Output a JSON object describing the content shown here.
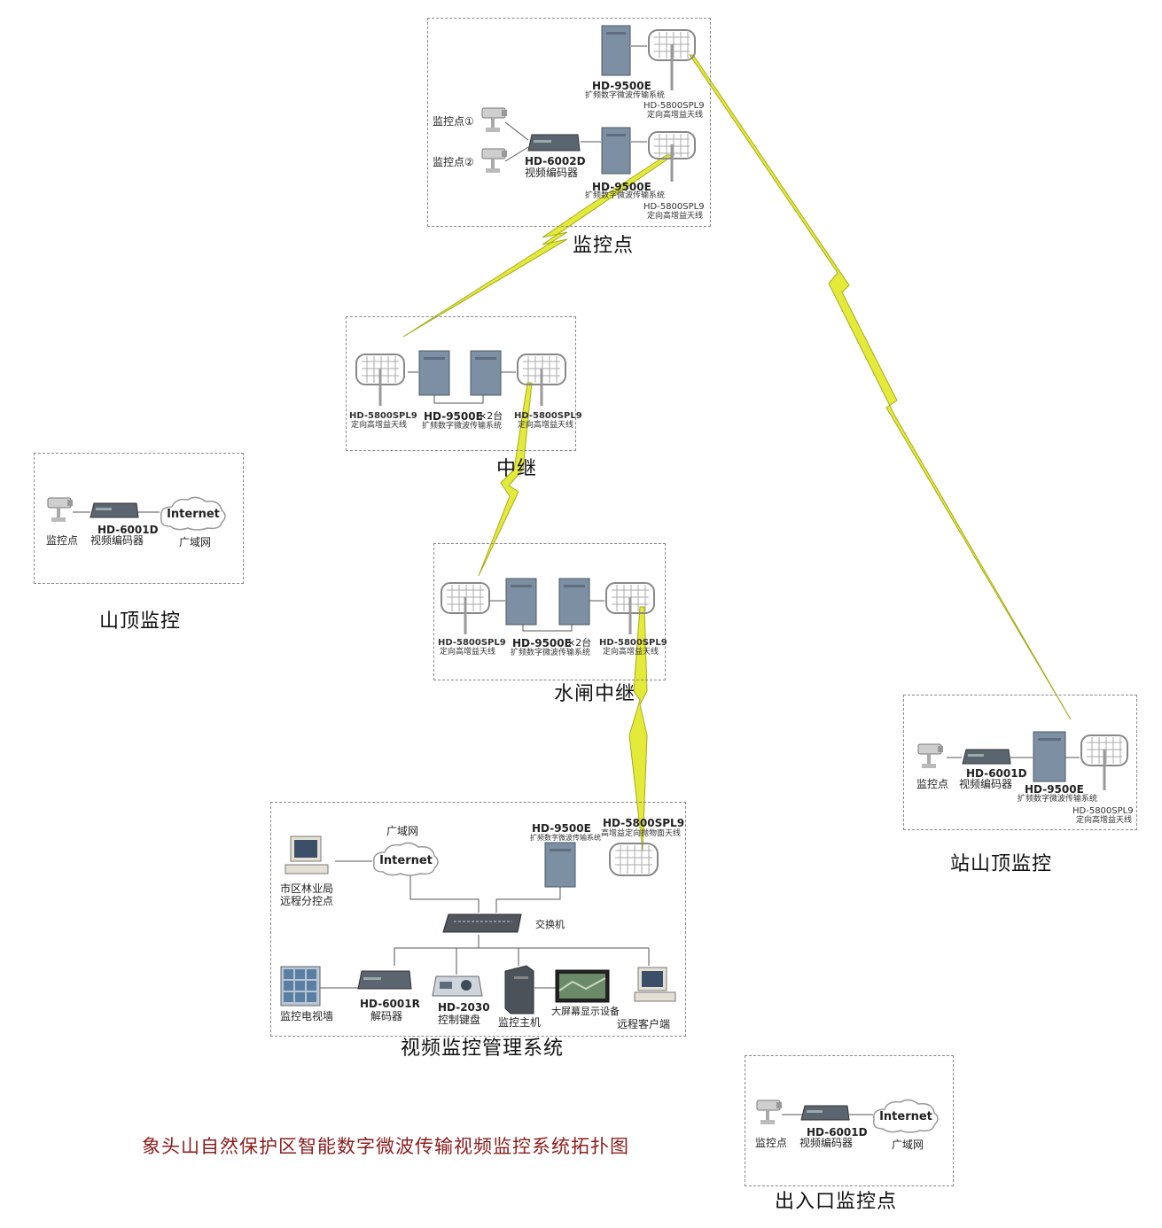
{
  "diagram": {
    "title": "象头山自然保护区智能数字微波传输视频监控系统拓扑图",
    "colors": {
      "link": "#e4ea3a",
      "link_stroke": "#a7ab1a",
      "frame": "#888888",
      "title": "#8b1c1c"
    },
    "sites": {
      "top": {
        "caption": "监控点",
        "cam1": "监控点①",
        "cam2": "监控点②",
        "encoder_model": "HD-6002D",
        "encoder_name": "视频编码器",
        "radio1_model": "HD-9500E",
        "radio1_desc": "扩频数字微波传输系统",
        "antenna1_model": "HD-5800SPL9",
        "antenna1_desc": "定向高增益天线",
        "radio2_model": "HD-9500E",
        "radio2_desc": "扩频数字微波传输系统",
        "antenna2_model": "HD-5800SPL9",
        "antenna2_desc": "定向高增益天线"
      },
      "relay1": {
        "caption": "中继",
        "antenna_left_model": "HD-5800SPL9",
        "antenna_left_desc": "定向高增益天线",
        "radio_model": "HD-9500E",
        "radio_count": "×2台",
        "radio_desc": "扩频数字微波传输系统",
        "antenna_right_model": "HD-5800SPL9",
        "antenna_right_desc": "定向高增益天线"
      },
      "left": {
        "caption": "山顶监控",
        "cam": "监控点",
        "encoder_model": "HD-6001D",
        "encoder_name": "视频编码器",
        "cloud": "Internet",
        "cloud_label": "广域网"
      },
      "relay2": {
        "caption": "水闸中继",
        "antenna_left_model": "HD-5800SPL9",
        "antenna_left_desc": "定向高增益天线",
        "radio_model": "HD-9500E",
        "radio_count": "×2台",
        "radio_desc": "扩频数字微波传输系统",
        "antenna_right_model": "HD-5800SPL9",
        "antenna_right_desc": "定向高增益天线"
      },
      "right": {
        "caption": "站山顶监控",
        "cam": "监控点",
        "encoder_model": "HD-6001D",
        "encoder_name": "视频编码器",
        "radio_model": "HD-9500E",
        "radio_desc": "扩频数字微波传输系统",
        "antenna_model": "HD-5800SPL9",
        "antenna_desc": "定向高增益天线"
      },
      "center": {
        "caption": "视频监控管理系统",
        "cloud": "Internet",
        "cloud_label": "广域网",
        "remote_office_1": "市区林业局",
        "remote_office_2": "远程分控点",
        "radio_model": "HD-9500E",
        "radio_desc": "扩频数字微波传输系统",
        "antenna_model": "HD-5800SPL9",
        "antenna_desc": "高增益定向抛物面天线",
        "switch": "交换机",
        "tv_wall": "监控电视墙",
        "decoder_model": "HD-6001R",
        "decoder_name": "解码器",
        "keyboard_model": "HD-2030",
        "keyboard_name": "控制键盘",
        "host": "监控主机",
        "big_screen": "大屏幕显示设备",
        "client": "远程客户端"
      },
      "entrance": {
        "caption": "出入口监控点",
        "cam": "监控点",
        "encoder_model": "HD-6001D",
        "encoder_name": "视频编码器",
        "cloud": "Internet",
        "cloud_label": "广域网"
      }
    }
  }
}
